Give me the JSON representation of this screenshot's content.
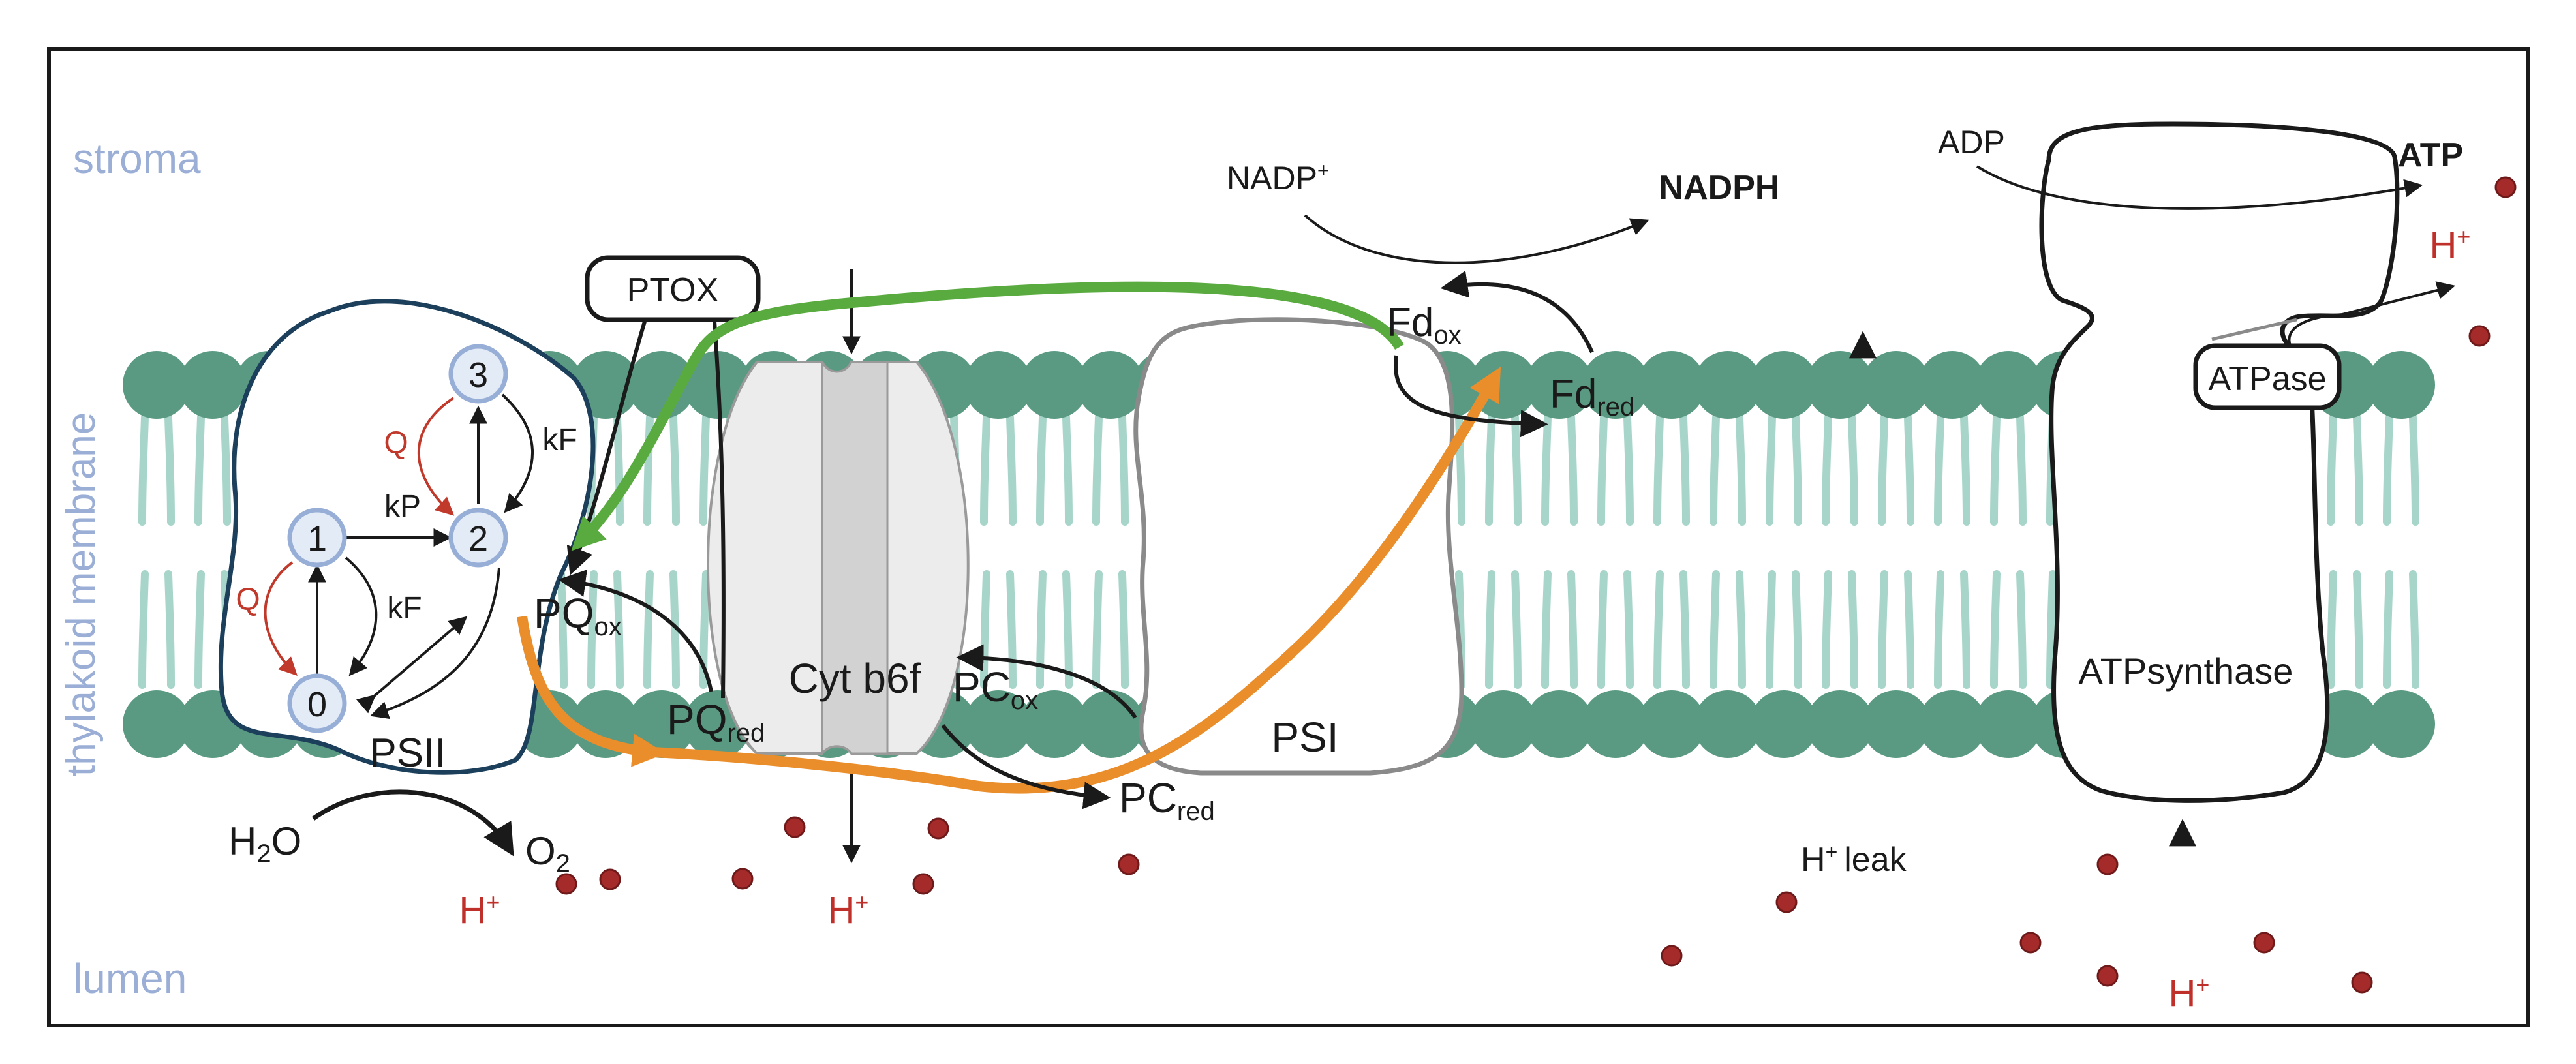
{
  "labels": {
    "stroma": "stroma",
    "lumen": "lumen",
    "membrane": "thylakoid membrane",
    "psii": "PSII",
    "ptox": "PTOX",
    "cyt": "Cyt b6f",
    "psi": "PSI",
    "atp_synthase": "ATPsynthase",
    "atpase": "ATPase",
    "nadp": "NADP",
    "nadp_sup": "+",
    "nadph": "NADPH",
    "adp": "ADP",
    "atp": "ATP",
    "h2o_h": "H",
    "h2o_sub": "2",
    "h2o_o": "O",
    "o2_o": "O",
    "o2_sub": "2",
    "h": "H",
    "h_sup": "+",
    "h_leak": "leak",
    "pq": "PQ",
    "pc": "PC",
    "fd": "Fd",
    "ox": "ox",
    "red": "red"
  },
  "psii_model": {
    "states": [
      "0",
      "1",
      "2",
      "3"
    ],
    "rates": {
      "kp": "kP",
      "kf": "kF",
      "q": "Q"
    }
  },
  "colors": {
    "membrane_head": "#5a9a82",
    "membrane_tail": "#a8d5c9",
    "region_label": "#9aaed6",
    "proton": "#a52a2a",
    "proton_text": "#c0302b",
    "psii_outline": "#1c3f5b",
    "state_fill": "#e3ebf7",
    "state_stroke": "#97aed7",
    "quench_arrow": "#c0392b",
    "green_flow": "#5aab3f",
    "orange_flow": "#ea8d2b",
    "psi_outline": "#8a8a8a",
    "cyt_fill": "#ececec",
    "cyt_core": "#d2d2d2"
  }
}
